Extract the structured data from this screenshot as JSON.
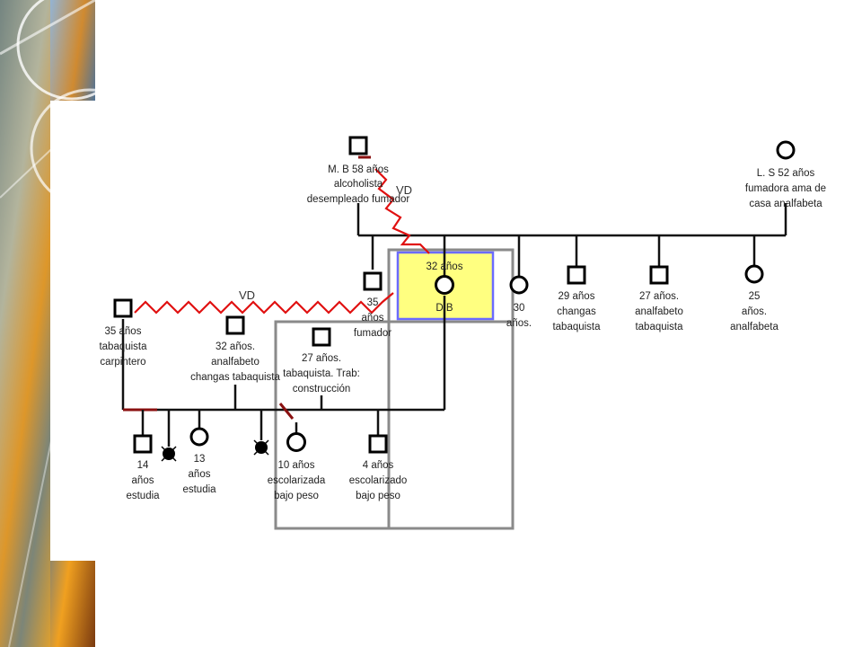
{
  "colors": {
    "relation_violence": "#e01010",
    "household_box": "#8a8a8a",
    "index_patient_fill": "#ffff80",
    "index_patient_border": "#6b6bff",
    "background_panel": "#ffffff"
  },
  "relations": {
    "violence_label_1": "VD",
    "violence_label_2": "VD"
  },
  "people": {
    "grandfather": {
      "line1": "M. B 58 años",
      "line2": "alcoholista",
      "line3": "desempleado fumador"
    },
    "grandmother": {
      "line1": "L. S 52 años",
      "line2": "fumadora ama de",
      "line3": "casa analfabeta"
    },
    "index_patient": {
      "line1": "32 años",
      "line2": "D B"
    },
    "partner_35": {
      "line1": "35",
      "line2": "años",
      "line3": "fumador"
    },
    "sib_30": {
      "line1": "30",
      "line2": "años."
    },
    "sib_29": {
      "line1": "29 años",
      "line2": "changas",
      "line3": "tabaquista"
    },
    "sib_27": {
      "line1": "27 años.",
      "line2": "analfabeto",
      "line3": "tabaquista"
    },
    "sib_25": {
      "line1": "25",
      "line2": "años.",
      "line3": "analfabeta"
    },
    "ex_35": {
      "line1": "35 años",
      "line2": "tabaquista",
      "line3": "carpintero"
    },
    "ex_32": {
      "line1": "32 años.",
      "line2": "analfabeto",
      "line3": "changas tabaquista"
    },
    "ex_27": {
      "line1": "27 años.",
      "line2": "tabaquista. Trab:",
      "line3": "construcción"
    },
    "child_14": {
      "line1": "14",
      "line2": "años",
      "line3": "estudia"
    },
    "child_13": {
      "line1": "13",
      "line2": "años",
      "line3": "estudia"
    },
    "child_10": {
      "line1": "10 años",
      "line2": "escolarizada",
      "line3": "bajo peso"
    },
    "child_4": {
      "line1": "4 años",
      "line2": "escolarizado",
      "line3": "bajo peso"
    }
  }
}
